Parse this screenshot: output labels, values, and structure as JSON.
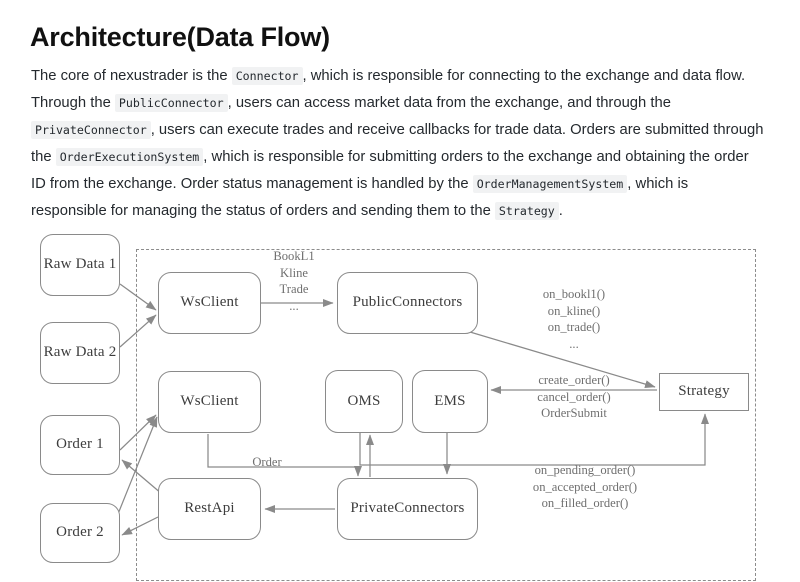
{
  "document": {
    "title": "Architecture(Data Flow)",
    "paragraph": {
      "seg1": "The core of nexustrader is the ",
      "code1": "Connector",
      "seg2": ", which is responsible for connecting to the exchange and data flow. Through the ",
      "code2": "PublicConnector",
      "seg3": ", users can access market data from the exchange, and through the ",
      "code3": "PrivateConnector",
      "seg4": ", users can execute trades and receive callbacks for trade data. Orders are submitted through the ",
      "code4": "OrderExecutionSystem",
      "seg5": ", which is responsible for submitting orders to the exchange and obtaining the order ID from the exchange. Order status management is handled by the ",
      "code5": "OrderManagementSystem",
      "seg6": ", which is responsible for managing the status of orders and sending them to the ",
      "code6": "Strategy",
      "seg7": "."
    }
  },
  "diagram": {
    "nodes": {
      "raw_data_1": "Raw\nData 1",
      "raw_data_2": "Raw\nData 2",
      "order_1": "Order 1",
      "order_2": "Order 2",
      "ws_client_top": "WsClient",
      "ws_client_bottom": "WsClient",
      "rest_api": "RestApi",
      "public_connectors": "PublicConnectors",
      "private_connectors": "PrivateConnectors",
      "oms": "OMS",
      "ems": "EMS",
      "strategy": "Strategy"
    },
    "labels": {
      "market_data_stream": "BookL1\nKline\nTrade\n...",
      "market_callbacks": "on_bookl1()\non_kline()\non_trade()\n...",
      "order_commands": "create_order()\ncancel_order()\nOrderSubmit",
      "order_callbacks": "on_pending_order()\non_accepted_order()\non_filled_order()",
      "order": "Order"
    },
    "colors": {
      "stroke": "#8a8a8a",
      "node_text": "#3d3d3d",
      "label_text": "#6f6f6f",
      "dashed_border": "#8c8c8c",
      "background": "#ffffff"
    }
  }
}
